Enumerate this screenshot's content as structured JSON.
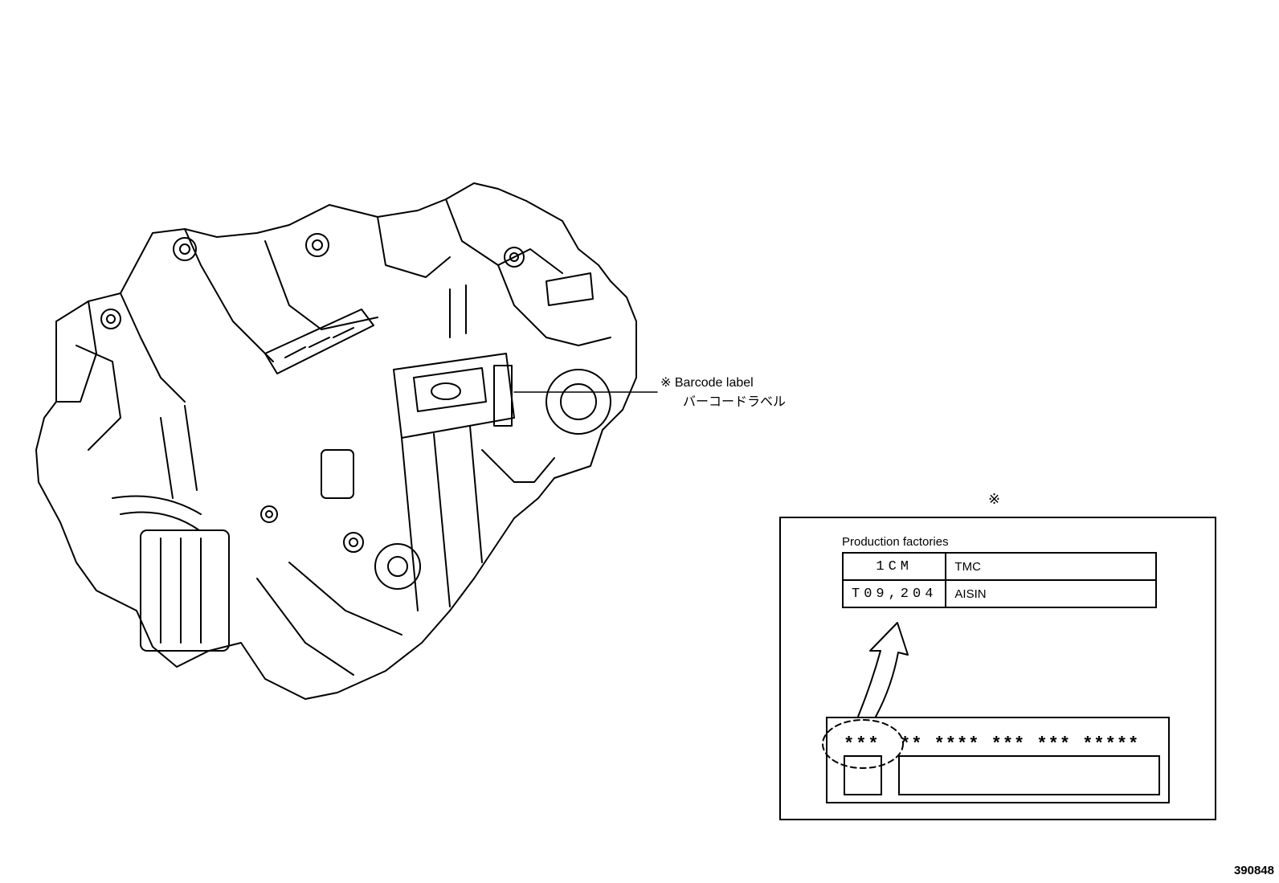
{
  "callout": {
    "label": "※ Barcode label",
    "label_jp": "バーコードラベル"
  },
  "reference_mark": "※",
  "production_table": {
    "title": "Production factories",
    "rows": [
      {
        "code": "1CM",
        "factory": "TMC"
      },
      {
        "code": "T09,204",
        "factory": "AISIN"
      }
    ]
  },
  "barcode_label": {
    "highlighted_code": "***",
    "remaining_code": "** **** *** *** *****"
  },
  "figure_id": "390848"
}
